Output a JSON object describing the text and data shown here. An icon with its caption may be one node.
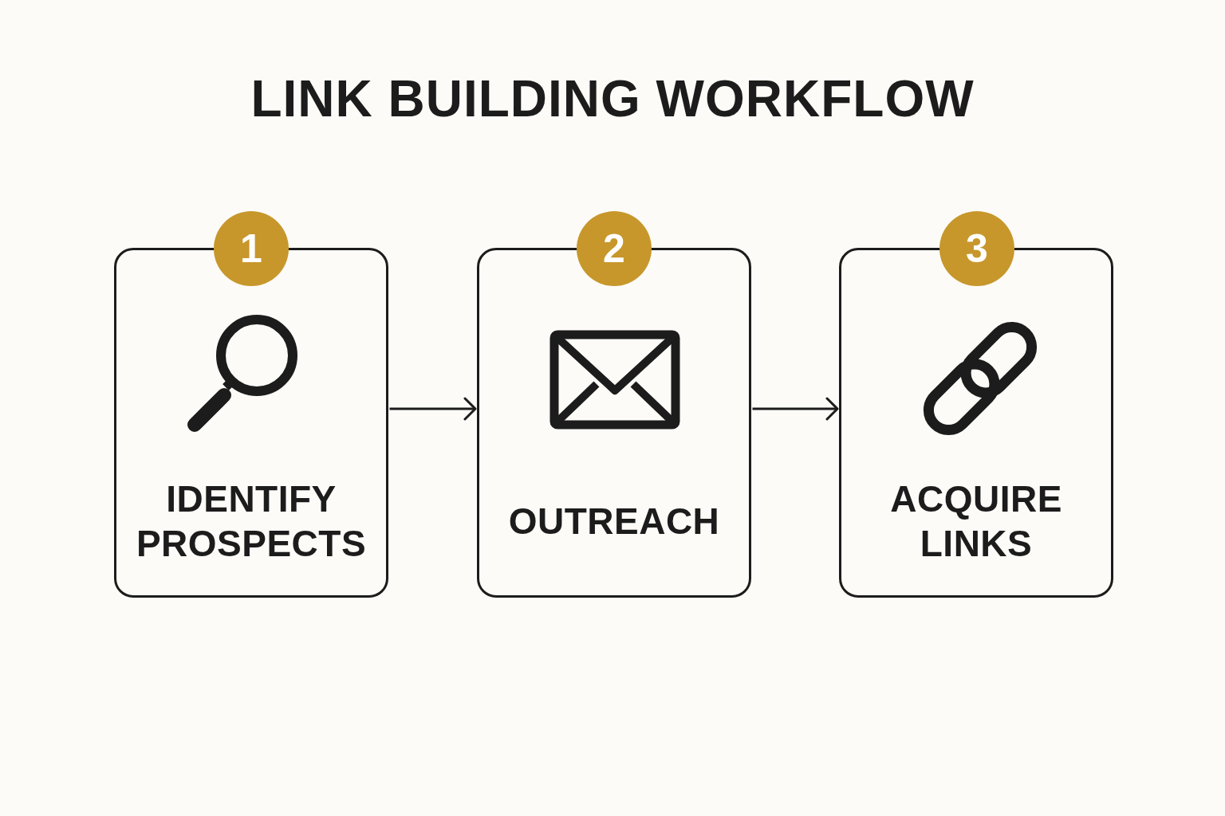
{
  "diagram": {
    "title": "LINK BUILDING WORKFLOW",
    "nodes": [
      {
        "text": [
          "1"
        ]
      },
      {
        "text": [
          "IDENTIFY PROSPECTS"
        ]
      },
      {
        "text": [
          "2"
        ]
      },
      {
        "text": [
          "OUTREACH"
        ]
      },
      {
        "text": [
          "3"
        ]
      },
      {
        "text": [
          "ACQUIRE LINKS"
        ]
      }
    ],
    "edges": [
      {
        "from": 1,
        "to": 3,
        "arrow": "to"
      },
      {
        "from": 3,
        "to": 5,
        "arrow": "to"
      }
    ]
  }
}
